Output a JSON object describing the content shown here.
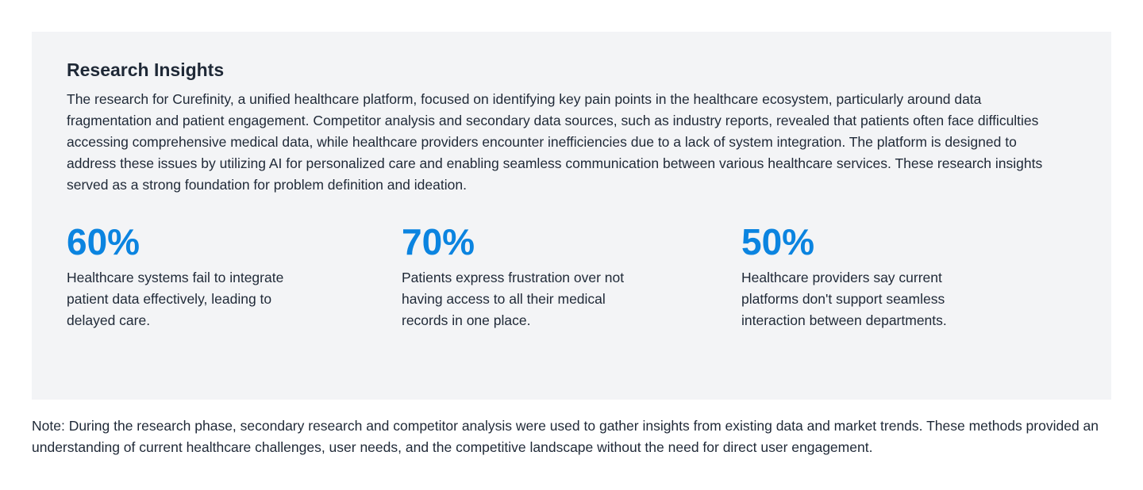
{
  "section": {
    "title": "Research Insights",
    "intro": "The research for Curefinity, a unified healthcare platform, focused on identifying key pain points in the healthcare ecosystem, particularly around data fragmentation and patient engagement. Competitor analysis and secondary data sources, such as industry reports, revealed that patients often face difficulties accessing comprehensive medical data, while healthcare providers encounter inefficiencies due to a lack of system integration. The platform is designed to address these issues by utilizing AI for personalized care and enabling seamless communication between various healthcare services. These research insights served as a strong foundation for problem definition and ideation."
  },
  "stats": [
    {
      "value": "60%",
      "description": "Healthcare systems fail to integrate patient data effectively, leading to delayed care."
    },
    {
      "value": "70%",
      "description": "Patients express frustration over not having access to all their medical records in one place."
    },
    {
      "value": "50%",
      "description": "Healthcare providers say current platforms don't support seamless interaction between departments."
    }
  ],
  "note": "Note: During the research phase, secondary research and competitor analysis were used to gather insights from existing data and market trends. These methods provided an understanding of current healthcare challenges, user needs, and the competitive landscape without the need for direct user engagement.",
  "colors": {
    "accent": "#0b84e0",
    "panel_background": "#f3f4f6",
    "text": "#1f2937"
  }
}
